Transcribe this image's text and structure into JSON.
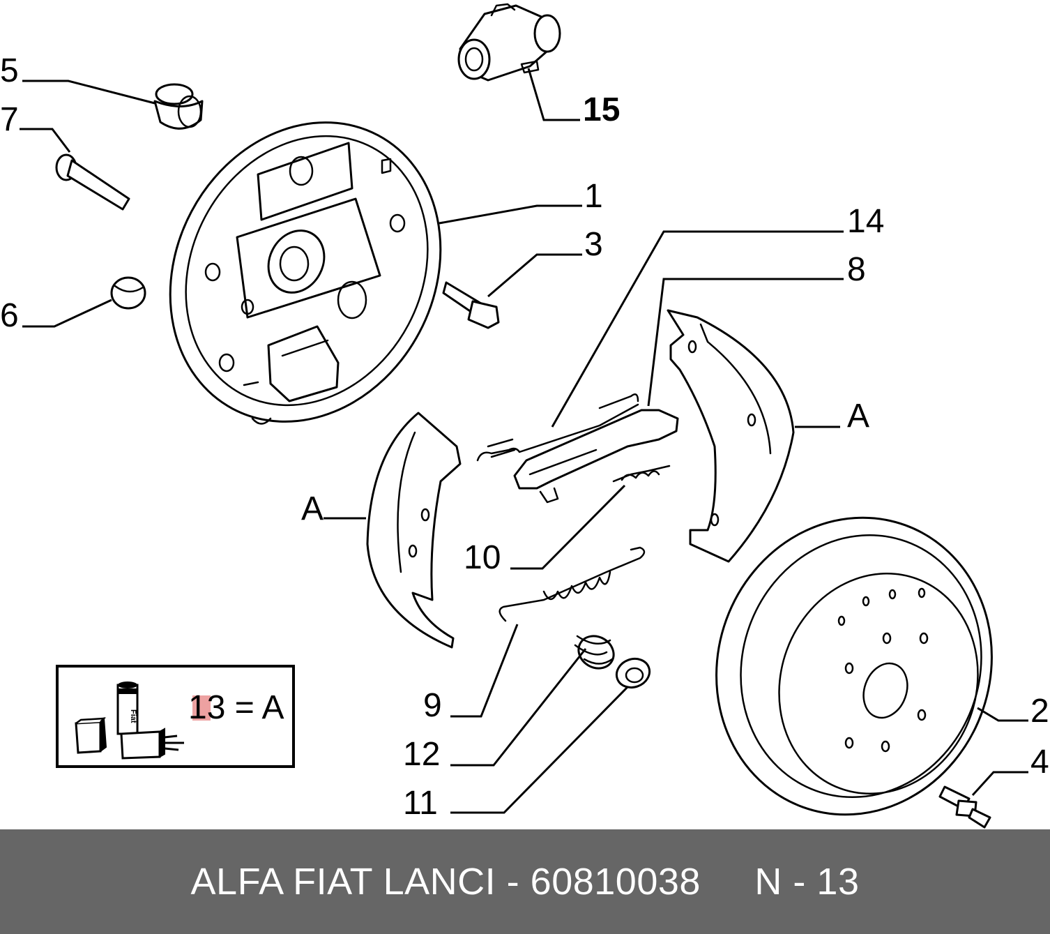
{
  "callouts": {
    "c1": "1",
    "c2": "2",
    "c3": "3",
    "c4": "4",
    "c5": "5",
    "c6": "6",
    "c7": "7",
    "c8": "8",
    "c9": "9",
    "c10": "10",
    "c11": "11",
    "c12": "12",
    "c14": "14",
    "c15": "15",
    "a_left": "A",
    "a_right": "A"
  },
  "legend": {
    "text": "13 = A",
    "tube_label": "Fiat",
    "highlight_color": "#e88a8a"
  },
  "footer": {
    "text": "ALFA FIAT LANCI - 60810038     N - 13"
  },
  "colors": {
    "footer_bg": "#666666",
    "footer_text": "#ffffff",
    "ink": "#000000"
  }
}
